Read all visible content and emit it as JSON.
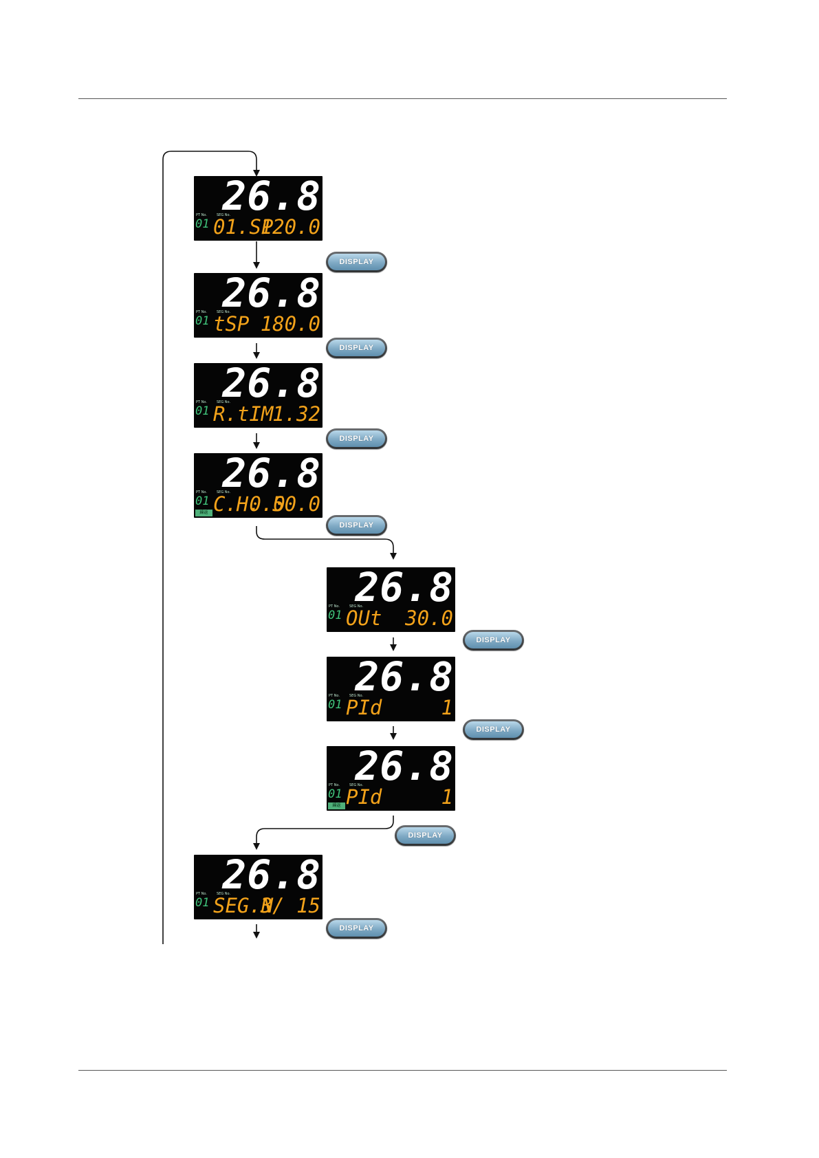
{
  "key_label": "DISPLAY",
  "colors": {
    "lcd_bg": "#050505",
    "pv": "#ffffff",
    "sub": "#f2a21a",
    "pattern": "#3fc27a",
    "key_face": "#8db6d0"
  },
  "screens": [
    {
      "pv": "26.8",
      "pt_tag": "PT No.",
      "seg_tag": "SEG No.",
      "pattern": "01",
      "label": "01.SP",
      "value": "120.0",
      "hold": ""
    },
    {
      "pv": "26.8",
      "pt_tag": "PT No.",
      "seg_tag": "SEG No.",
      "pattern": "01",
      "label": "tSP",
      "value": "180.0",
      "hold": ""
    },
    {
      "pv": "26.8",
      "pt_tag": "PT No.",
      "seg_tag": "SEG No.",
      "pattern": "01",
      "label": "R.tIM",
      "value": "1.32",
      "hold": ""
    },
    {
      "pv": "26.8",
      "pt_tag": "PT No.",
      "seg_tag": "SEG No.",
      "pattern": "01",
      "label": "C. 0.0",
      "value": "H. 50.0",
      "hold": "繰返"
    },
    {
      "pv": "26.8",
      "pt_tag": "PT No.",
      "seg_tag": "SEG No.",
      "pattern": "01",
      "label": "OUt",
      "value": "30.0",
      "hold": ""
    },
    {
      "pv": "26.8",
      "pt_tag": "PT No.",
      "seg_tag": "SEG No.",
      "pattern": "01",
      "label": "PId",
      "value": "1",
      "hold": ""
    },
    {
      "pv": "26.8",
      "pt_tag": "PT No.",
      "seg_tag": "SEG No.",
      "pattern": "01",
      "label": "PId",
      "value": "1",
      "hold": "繰返"
    },
    {
      "pv": "26.8",
      "pt_tag": "PT No.",
      "seg_tag": "SEG No.",
      "pattern": "01",
      "label": "SEG.N",
      "value": "3/ 15",
      "hold": ""
    }
  ]
}
